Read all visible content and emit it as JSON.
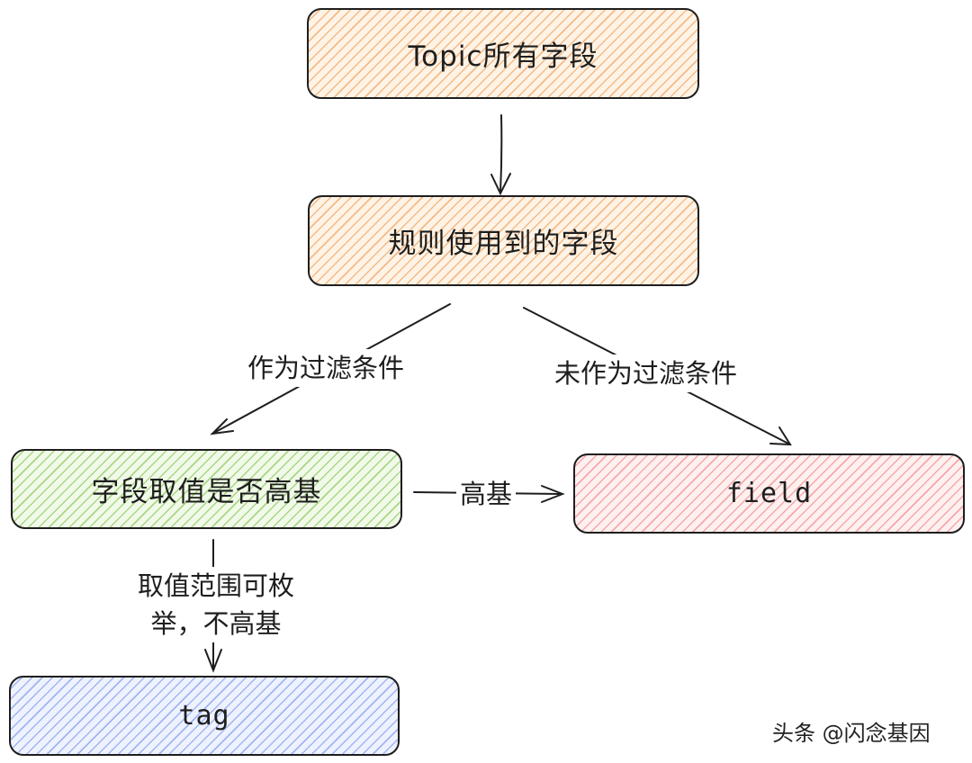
{
  "nodes": {
    "all_fields": "Topic所有字段",
    "rule_fields": "规则使用到的字段",
    "high_cardinality": "字段取值是否高基",
    "field": "field",
    "tag": "tag"
  },
  "edges": {
    "as_filter": "作为过滤条件",
    "not_as_filter": "未作为过滤条件",
    "high": "高基",
    "enumerable_line1": "取值范围可枚",
    "enumerable_line2": "举，不高基"
  },
  "watermark": "头条 @闪念基因",
  "colors": {
    "stroke": "#1e1e1e",
    "orange": "#e88c3c",
    "green": "#78be46",
    "red": "#eb6e6e",
    "blue": "#6e8ce6"
  }
}
